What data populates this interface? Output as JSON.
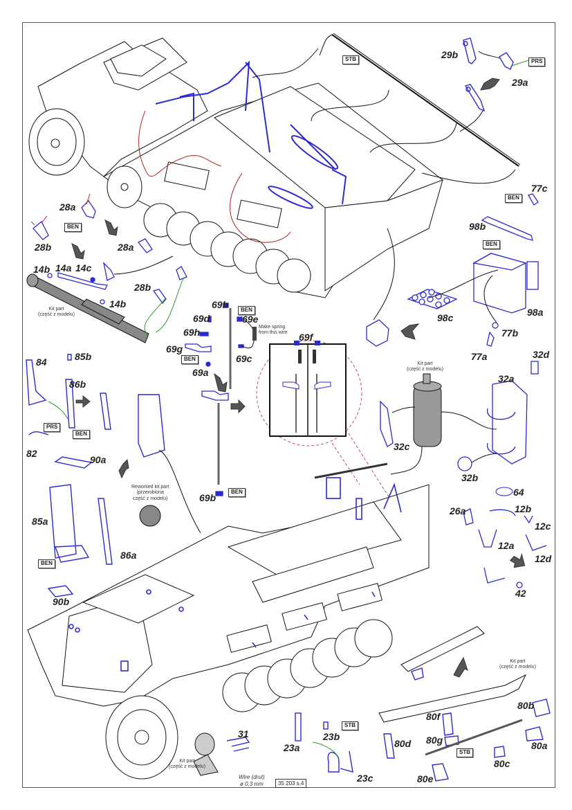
{
  "sheet": {
    "code": "35 203 s.4",
    "colors": {
      "photoetch": "#2a2ad0",
      "wire": "#cc2222",
      "kit_part": "#888888",
      "pointer": "#2a9a2a",
      "line": "#111111"
    }
  },
  "tags": {
    "stb_top": "STB",
    "prs_top": "PRS",
    "ben_28": "BEN",
    "ben_77c": "BEN",
    "ben_98a": "BEN",
    "ben_69b_top": "BEN",
    "ben_69g": "BEN",
    "prs_86b": "PRS",
    "ben_86b": "BEN",
    "ben_69b_bottom": "BEN",
    "ben_85a": "BEN",
    "stb_23b": "STB",
    "stb_80": "STB"
  },
  "parts": {
    "p29b": "29b",
    "p29a": "29a",
    "p77c": "77c",
    "p98b": "98b",
    "p98a": "98a",
    "p98c": "98c",
    "p77b": "77b",
    "p77a": "77a",
    "p28a_1": "28a",
    "p28b_1": "28b",
    "p28a_2": "28a",
    "p28b_2": "28b",
    "p14b_1": "14b",
    "p14a": "14a",
    "p14c": "14c",
    "p14b_2": "14b",
    "p69b_top": "69b",
    "p69d": "69d",
    "p69e": "69e",
    "p69h": "69h",
    "p69g": "69g",
    "p69c": "69c",
    "p69a": "69a",
    "p69f": "69f",
    "p69b_bottom": "69b",
    "p84": "84",
    "p85b": "85b",
    "p86b": "86b",
    "p82": "82",
    "p90a": "90a",
    "p85a": "85a",
    "p86a": "86a",
    "p90b": "90b",
    "p32d": "32d",
    "p32a": "32a",
    "p32c": "32c",
    "p32b": "32b",
    "p64": "64",
    "p26a": "26a",
    "p12b": "12b",
    "p12c": "12c",
    "p12a": "12a",
    "p12d": "12d",
    "p42": "42",
    "p31": "31",
    "p23b": "23b",
    "p23a": "23a",
    "p23c": "23c",
    "p80b": "80b",
    "p80f": "80f",
    "p80d": "80d",
    "p80g": "80g",
    "p80a": "80a",
    "p80c": "80c",
    "p80e": "80e"
  },
  "notes": {
    "kit_part_14": [
      "Kit part",
      "(część z modelu)"
    ],
    "spring": [
      "Make spring",
      "from this wire"
    ],
    "kit_part_32": [
      "Kit part",
      "(część z modelu)"
    ],
    "reworked": [
      "Reworked kit part",
      "(przerobiona",
      "część z modelu)"
    ],
    "kit_part_mg": [
      "Kit part",
      "(część z modelu)"
    ],
    "kit_part_31": [
      "Kit part",
      "(część z modelu)"
    ],
    "wire": [
      "Wire (drut)",
      "ø 0,3 mm"
    ]
  }
}
